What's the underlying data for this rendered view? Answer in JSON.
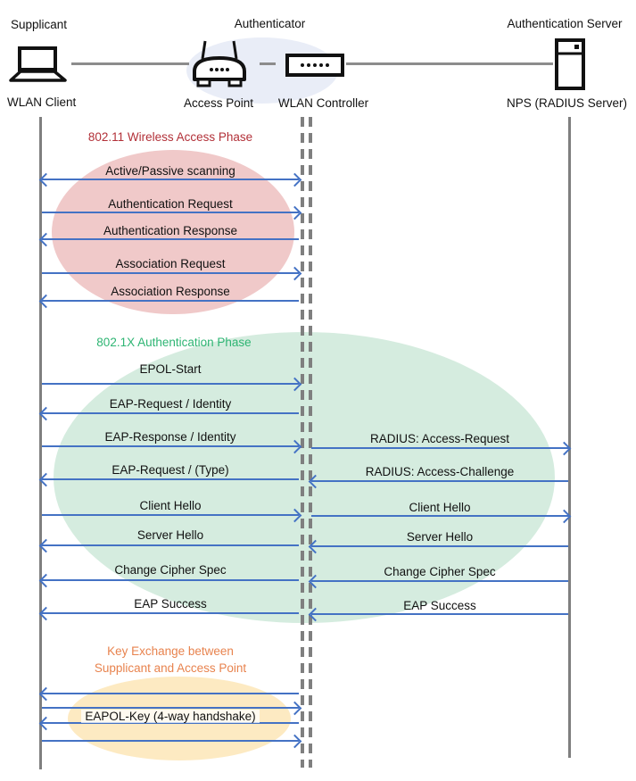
{
  "header": {
    "roles": [
      {
        "label": "Supplicant"
      },
      {
        "label": "Authenticator"
      },
      {
        "label": "Authentication Server"
      }
    ],
    "devices": [
      {
        "label": "WLAN Client",
        "icon": "laptop-icon"
      },
      {
        "label": "Access Point",
        "icon": "access-point-icon"
      },
      {
        "label": "WLAN Controller",
        "icon": "wlan-controller-icon"
      },
      {
        "label": "NPS (RADIUS Server)",
        "icon": "server-icon"
      }
    ]
  },
  "lifelines": [
    "WLAN Client",
    "WLAN Controller",
    "NPS (RADIUS Server)"
  ],
  "phases": [
    {
      "title": "802.11 Wireless Access Phase",
      "title_color": "#b23038",
      "ellipse_color": "#f0c9c9",
      "messages": [
        {
          "label": "Active/Passive scanning",
          "from": "WLAN Client",
          "to": "WLAN Controller",
          "direction": "both"
        },
        {
          "label": "Authentication Request",
          "from": "WLAN Client",
          "to": "WLAN Controller",
          "direction": "right"
        },
        {
          "label": "Authentication Response",
          "from": "WLAN Controller",
          "to": "WLAN Client",
          "direction": "left"
        },
        {
          "label": "Association Request",
          "from": "WLAN Client",
          "to": "WLAN Controller",
          "direction": "right"
        },
        {
          "label": "Association Response",
          "from": "WLAN Controller",
          "to": "WLAN Client",
          "direction": "left"
        }
      ]
    },
    {
      "title": "802.1X Authentication Phase",
      "title_color": "#2eb573",
      "ellipse_color": "#d5ecdf",
      "messages": [
        {
          "label": "EPOL-Start",
          "from": "WLAN Client",
          "to": "WLAN Controller",
          "direction": "right"
        },
        {
          "label": "EAP-Request / Identity",
          "from": "WLAN Controller",
          "to": "WLAN Client",
          "direction": "left"
        },
        {
          "label": "EAP-Response / Identity",
          "from": "WLAN Client",
          "to": "WLAN Controller",
          "direction": "right"
        },
        {
          "label": "RADIUS: Access-Request",
          "from": "WLAN Controller",
          "to": "NPS (RADIUS Server)",
          "direction": "right"
        },
        {
          "label": "EAP-Request / (Type)",
          "from": "WLAN Controller",
          "to": "WLAN Client",
          "direction": "left"
        },
        {
          "label": "RADIUS: Access-Challenge",
          "from": "NPS (RADIUS Server)",
          "to": "WLAN Controller",
          "direction": "left"
        },
        {
          "label": "Client Hello",
          "from": "WLAN Client",
          "to": "WLAN Controller",
          "direction": "right"
        },
        {
          "label": "Client Hello",
          "from": "WLAN Controller",
          "to": "NPS (RADIUS Server)",
          "direction": "right"
        },
        {
          "label": "Server Hello",
          "from": "WLAN Controller",
          "to": "WLAN Client",
          "direction": "left"
        },
        {
          "label": "Server Hello",
          "from": "NPS (RADIUS Server)",
          "to": "WLAN Controller",
          "direction": "left"
        },
        {
          "label": "Change Cipher Spec",
          "from": "WLAN Controller",
          "to": "WLAN Client",
          "direction": "left"
        },
        {
          "label": "Change Cipher Spec",
          "from": "NPS (RADIUS Server)",
          "to": "WLAN Controller",
          "direction": "left"
        },
        {
          "label": "EAP Success",
          "from": "WLAN Controller",
          "to": "WLAN Client",
          "direction": "left"
        },
        {
          "label": "EAP Success",
          "from": "NPS (RADIUS Server)",
          "to": "WLAN Controller",
          "direction": "left"
        }
      ]
    },
    {
      "title_lines": [
        "Key Exchange between",
        "Supplicant and Access Point"
      ],
      "title_color": "#e8834e",
      "ellipse_color": "#fdeac2",
      "messages": [
        {
          "label": "EAPOL-Key (4-way handshake)",
          "from": "WLAN Client",
          "to": "WLAN Controller",
          "direction": "4-way",
          "arrows": [
            "left",
            "right",
            "left",
            "right"
          ]
        }
      ]
    }
  ],
  "colors": {
    "arrow": "#4472c4",
    "lifeline": "#7f7f7f",
    "authenticator_ellipse": "#e9edf7"
  }
}
